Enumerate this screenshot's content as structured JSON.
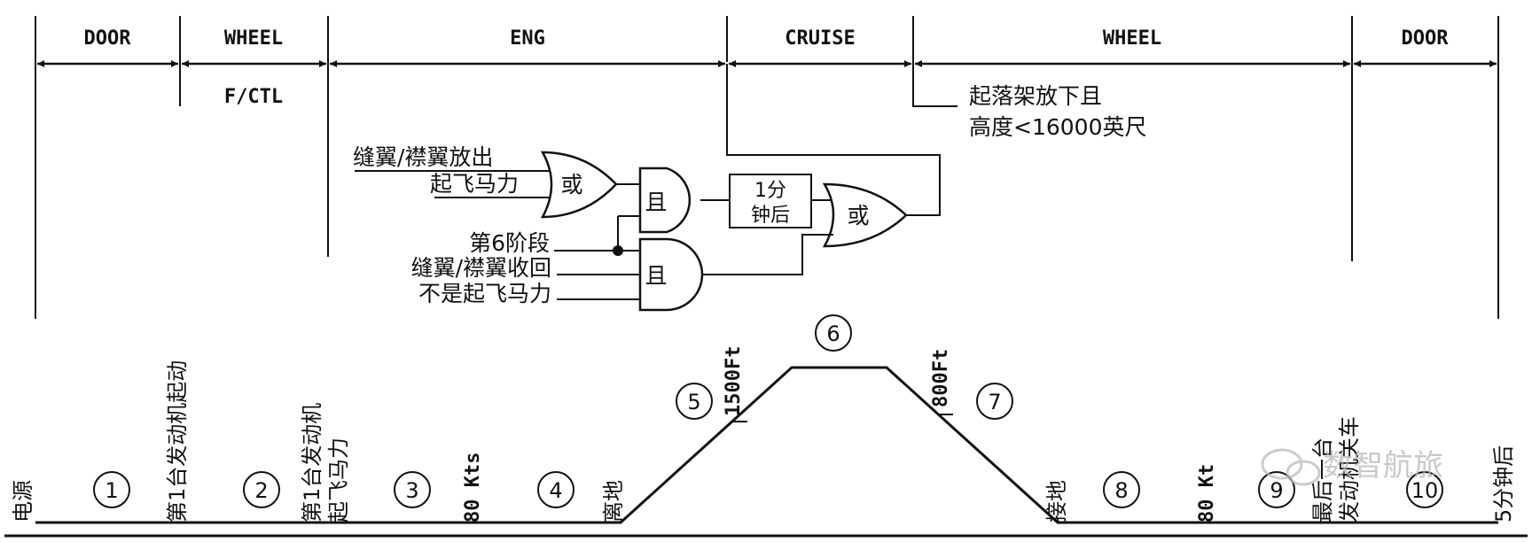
{
  "phases": {
    "door1": "DOOR",
    "wheel1": "WHEEL",
    "fctl": "F/CTL",
    "eng": "ENG",
    "cruise": "CRUISE",
    "wheel2": "WHEEL",
    "door2": "DOOR"
  },
  "cruise_condition": {
    "line1": "起落架放下且",
    "line2": "高度<16000英尺"
  },
  "logic": {
    "in_flaps_ext": "缝翼/襟翼放出",
    "in_takeoff_power": "起飞马力",
    "or_gate": "或",
    "and_gate": "且",
    "timer_line1": "1分",
    "timer_line2": "钟后",
    "in_phase6": "第6阶段",
    "in_flaps_ret": "缝翼/襟翼收回",
    "in_not_takeoff_power": "不是起飞马力"
  },
  "timeline": {
    "power": "电源",
    "first_engine_start": "第1台发动机起动",
    "second_engine_line1": "第1台发动机",
    "second_engine_line2": "起飞马力",
    "kts80": "80 Kts",
    "liftoff": "离地",
    "ft1500": "1500Ft",
    "ft800": "800Ft",
    "touchdown": "接地",
    "kt80": "80 Kt",
    "last_engine_line1": "最后一台",
    "last_engine_line2": "发动机关车",
    "min5": "5分钟后"
  },
  "stages": [
    "1",
    "2",
    "3",
    "4",
    "5",
    "6",
    "7",
    "8",
    "9",
    "10"
  ],
  "watermark": "数智航旅"
}
